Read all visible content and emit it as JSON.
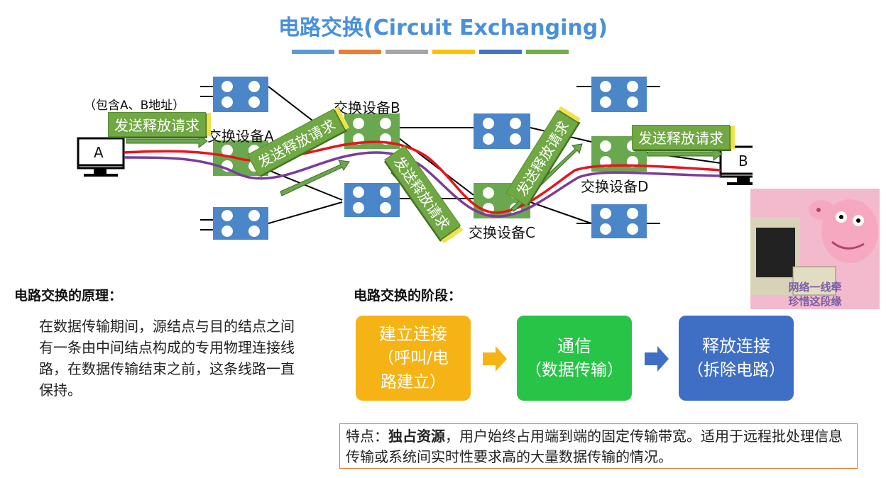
{
  "title": "电路交换(Circuit Exchanging)",
  "title_bar_colors": [
    "#5b9bd5",
    "#ed7d31",
    "#a5a5a5",
    "#ffc000",
    "#4472c4",
    "#70ad47"
  ],
  "network": {
    "host_a": "A",
    "host_b": "B",
    "switch_a_label": "交换设备A",
    "switch_b_label": "交换设备B",
    "switch_c_label": "交换设备C",
    "switch_d_label": "交换设备D",
    "address_note": "（包含A、B地址）",
    "banners": [
      "发送释放请求",
      "发送释放请求",
      "发送释放请求",
      "发送释放请求",
      "发送释放请求"
    ],
    "colors": {
      "switch": "#4a86c8",
      "active_switch": "#6aa84f",
      "red_path": "#e8141b",
      "purple_path": "#7a3d9b",
      "banner": "#70a844"
    }
  },
  "image_caption_line1": "网络一线牵",
  "image_caption_line2": "珍惜这段缘",
  "principle": {
    "heading": "电路交换的原理：",
    "text": "在数据传输期间，源结点与目的结点之间有一条由中间结点构成的专用物理连接线路，在数据传输结束之前，这条线路一直保持。"
  },
  "stages": {
    "heading": "电路交换的阶段：",
    "items": [
      {
        "line1": "建立连接",
        "line2": "（呼叫/电",
        "line3": "路建立）",
        "color": "#f5b315"
      },
      {
        "line1": "通信",
        "line2": "（数据传输）",
        "line3": "",
        "color": "#28c447"
      },
      {
        "line1": "释放连接",
        "line2": "（拆除电路）",
        "line3": "",
        "color": "#3e6fc4"
      }
    ],
    "arrow_colors": [
      "#f5b315",
      "#3e6fc4"
    ]
  },
  "feature": {
    "prefix": "特点：",
    "bold": "独占资源",
    "text": "，用户始终占用端到端的固定传输带宽。适用于远程批处理信息传输或系统间实时性要求高的大量数据传输的情况。"
  }
}
